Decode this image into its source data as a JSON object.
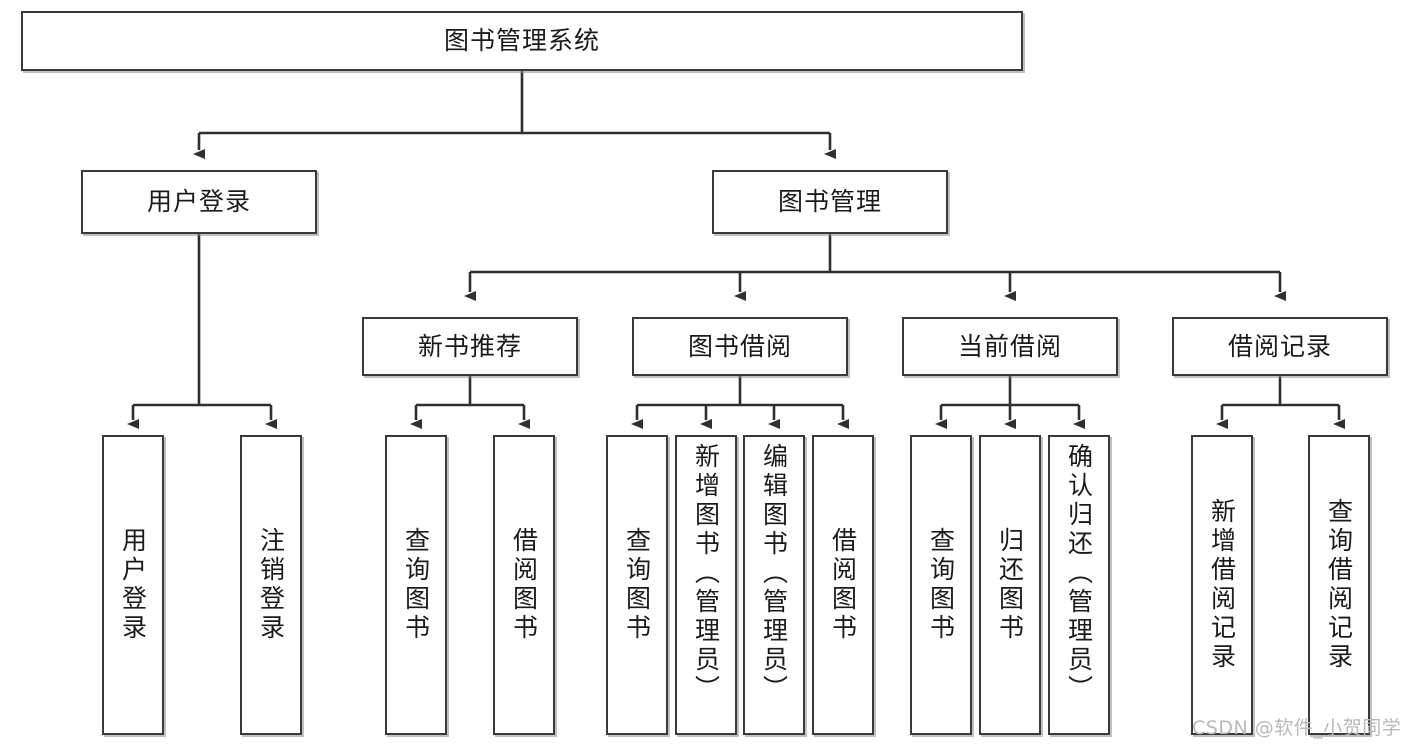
{
  "diagram": {
    "title": "图书管理系统",
    "type": "tree-hierarchy",
    "watermark": "CSDN @软件_小贺同学",
    "colors": {
      "box_border": "#3a3a3a",
      "box_fill": "#ffffff",
      "edge": "#2f2f2f",
      "text": "#1b1b1b",
      "watermark": "#b9b9b9",
      "background": "#ffffff"
    },
    "root": {
      "label": "图书管理系统"
    },
    "level2": [
      {
        "label": "用户登录"
      },
      {
        "label": "图书管理"
      }
    ],
    "level3": [
      {
        "label": "新书推荐"
      },
      {
        "label": "图书借阅"
      },
      {
        "label": "当前借阅"
      },
      {
        "label": "借阅记录"
      }
    ],
    "leaves": {
      "user_login": [
        {
          "label": "用户登录"
        },
        {
          "label": "注销登录"
        }
      ],
      "new_book_recommend": [
        {
          "label": "查询图书"
        },
        {
          "label": "借阅图书"
        }
      ],
      "book_borrow": [
        {
          "label": "查询图书"
        },
        {
          "label": "新增图书（管理员）"
        },
        {
          "label": "编辑图书（管理员）"
        },
        {
          "label": "借阅图书"
        }
      ],
      "current_borrow": [
        {
          "label": "查询图书"
        },
        {
          "label": "归还图书"
        },
        {
          "label": "确认归还（管理员）"
        }
      ],
      "borrow_record": [
        {
          "label": "新增借阅记录"
        },
        {
          "label": "查询借阅记录"
        }
      ]
    }
  }
}
